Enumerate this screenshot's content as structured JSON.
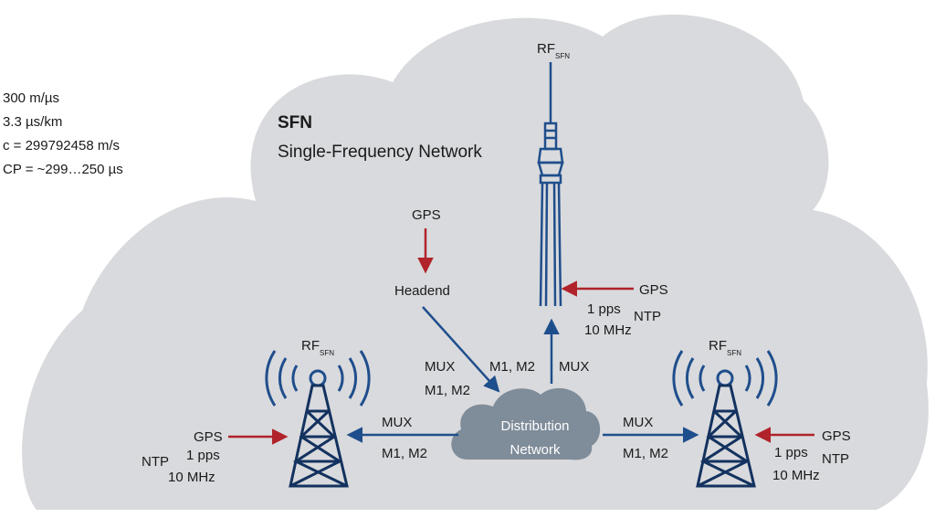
{
  "constants": {
    "line1": "300 m/µs",
    "line2": "3.3 µs/km",
    "line3": "c = 299792458 m/s",
    "line4": "CP = ~299…250 µs"
  },
  "title": {
    "abbr": "SFN",
    "full": "Single-Frequency Network"
  },
  "headend": {
    "gps": "GPS",
    "label": "Headend",
    "link_mux": "MUX",
    "link_m": "M1, M2"
  },
  "distribution": {
    "line1": "Distribution",
    "line2": "Network"
  },
  "tower_top": {
    "rf": "RF",
    "rf_sub": "SFN",
    "link_m": "M1, M2",
    "link_mux": "MUX",
    "gps": "GPS",
    "pps": "1 pps",
    "ntp": "NTP",
    "mhz": "10 MHz"
  },
  "tower_left": {
    "rf": "RF",
    "rf_sub": "SFN",
    "link_mux": "MUX",
    "link_m": "M1, M2",
    "gps": "GPS",
    "pps": "1 pps",
    "ntp": "NTP",
    "mhz": "10 MHz"
  },
  "tower_right": {
    "rf": "RF",
    "rf_sub": "SFN",
    "link_mux": "MUX",
    "link_m": "M1, M2",
    "gps": "GPS",
    "pps": "1 pps",
    "ntp": "NTP",
    "mhz": "10 MHz"
  },
  "colors": {
    "cloud": "#d9dadd",
    "blue": "#1f4e8c",
    "navy": "#13325f",
    "red": "#b0232a",
    "dist_cloud": "#7f8c99"
  }
}
